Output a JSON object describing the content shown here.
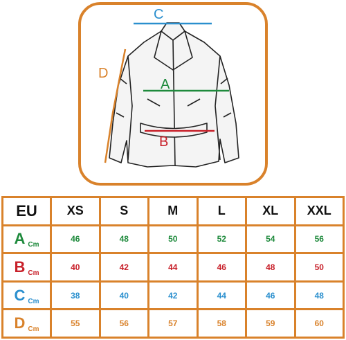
{
  "diagram": {
    "labels": {
      "c": "C",
      "d": "D",
      "a": "A",
      "b": "B"
    },
    "colors": {
      "frame": "#d9822b",
      "a": "#1e8a3c",
      "b": "#c8202a",
      "c": "#2a8fce",
      "d": "#d9822b"
    }
  },
  "table": {
    "header": {
      "region": "EU",
      "sizes": [
        "XS",
        "S",
        "M",
        "L",
        "XL",
        "XXL"
      ]
    },
    "rows": [
      {
        "label": "A",
        "unit": "Cm",
        "color": "#1e8a3c",
        "values": [
          "46",
          "48",
          "50",
          "52",
          "54",
          "56"
        ]
      },
      {
        "label": "B",
        "unit": "Cm",
        "color": "#c8202a",
        "values": [
          "40",
          "42",
          "44",
          "46",
          "48",
          "50"
        ]
      },
      {
        "label": "C",
        "unit": "Cm",
        "color": "#2a8fce",
        "values": [
          "38",
          "40",
          "42",
          "44",
          "46",
          "48"
        ]
      },
      {
        "label": "D",
        "unit": "Cm",
        "color": "#d9822b",
        "values": [
          "55",
          "56",
          "57",
          "58",
          "59",
          "60"
        ]
      }
    ]
  }
}
